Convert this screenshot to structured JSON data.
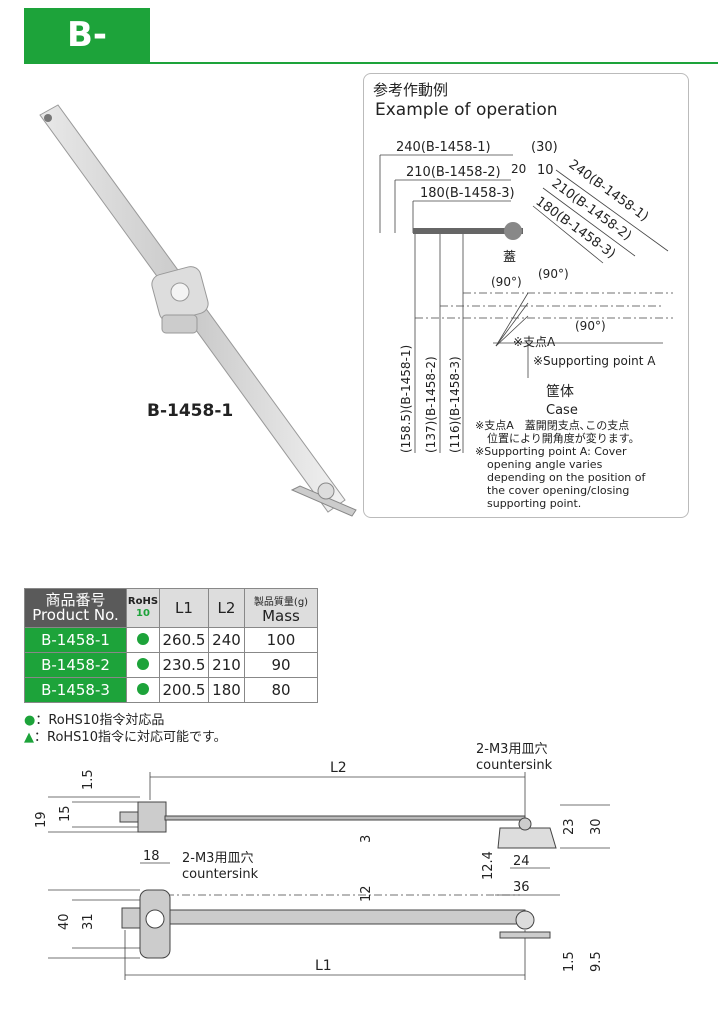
{
  "header": {
    "title": "B-1458"
  },
  "photo": {
    "label": "B-1458-1"
  },
  "operation": {
    "title_jp": "参考作動例",
    "title_en": "Example of operation",
    "dims": [
      "240(B-1458-1)",
      "210(B-1458-2)",
      "180(B-1458-3)",
      "(30)",
      "20",
      "10"
    ],
    "diag": [
      "240(B-1458-1)",
      "210(B-1458-2)",
      "180(B-1458-3)"
    ],
    "cover": "蓋",
    "angle": "(90°)",
    "vert": [
      "(158.5)(B-1458-1)",
      "(137)(B-1458-2)",
      "(116)(B-1458-3)"
    ],
    "support_jp": "※支点A",
    "support_en": "※Supporting point A",
    "case_jp": "筐体",
    "case_en": "Case",
    "note_jp": [
      "※支点A　蓋開閉支点､この支点",
      "位置により開角度が変ります。"
    ],
    "note_en": [
      "※Supporting point A: Cover",
      "opening angle varies",
      "depending on the position of",
      "the cover opening/closing",
      "supporting point."
    ]
  },
  "table": {
    "headers": {
      "product_jp": "商品番号",
      "product_en": "Product No.",
      "rohs": "RoHS",
      "rohs10": "10",
      "l1": "L1",
      "l2": "L2",
      "mass_jp": "製品質量(g)",
      "mass_en": "Mass"
    },
    "rows": [
      {
        "product": "B-1458-1",
        "rohs": true,
        "l1": "260.5",
        "l2": "240",
        "mass": "100"
      },
      {
        "product": "B-1458-2",
        "rohs": true,
        "l1": "230.5",
        "l2": "210",
        "mass": "90"
      },
      {
        "product": "B-1458-3",
        "rohs": true,
        "l1": "200.5",
        "l2": "180",
        "mass": "80"
      }
    ],
    "legend": [
      {
        "icon": "circle",
        "text": "：RoHS10指令対応品"
      },
      {
        "icon": "triangle",
        "text": "：RoHS10指令に対応可能です。"
      }
    ]
  },
  "drawing": {
    "top": {
      "d1": "1.5",
      "d19": "19",
      "d15": "15",
      "l2": "L2",
      "d3": "3",
      "d23": "23",
      "d30": "30",
      "hole_jp": "2-M3用皿穴",
      "hole_en": "countersink",
      "d124": "12.4",
      "d24": "24",
      "d36": "36"
    },
    "bottom": {
      "d18": "18",
      "hole_jp": "2-M3用皿穴",
      "hole_en": "countersink",
      "d40": "40",
      "d31": "31",
      "d12": "12",
      "l1": "L1",
      "d15": "1.5",
      "d95": "9.5"
    }
  },
  "colors": {
    "brand": "#1da33a"
  }
}
